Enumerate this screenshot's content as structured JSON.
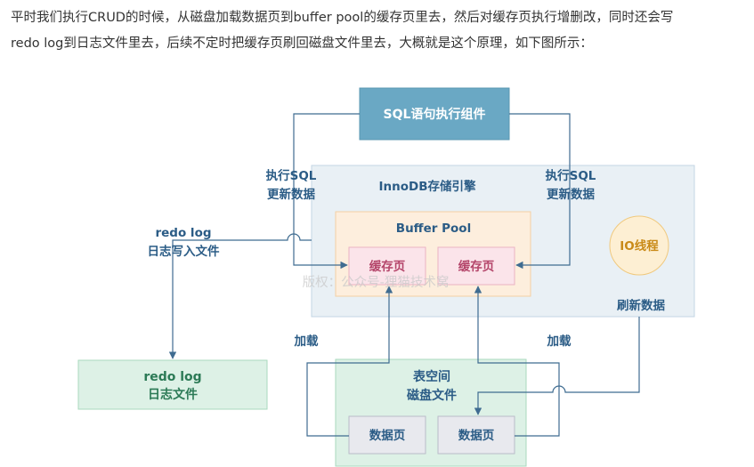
{
  "intro": {
    "line1": "平时我们执行CRUD的时候，从磁盘加载数据页到buffer pool的缓存页里去，然后对缓存页执行增删改，同时还会写",
    "line2": "redo log到日志文件里去，后续不定时把缓存页刷回磁盘文件里去，大概就是这个原理，如下图所示："
  },
  "diagram": {
    "sql_component": "SQL语句执行组件",
    "innodb": "InnoDB存储引擎",
    "buffer_pool": "Buffer Pool",
    "cache_page_1": "缓存页",
    "cache_page_2": "缓存页",
    "io_thread": "IO线程",
    "left_exec_line1": "执行SQL",
    "left_exec_line2": "更新数据",
    "right_exec_line1": "执行SQL",
    "right_exec_line2": "更新数据",
    "redo_write_line1": "redo log",
    "redo_write_line2": "日志写入文件",
    "redo_file_line1": "redo log",
    "redo_file_line2": "日志文件",
    "flush_data": "刷新数据",
    "load_left": "加载",
    "load_right": "加载",
    "tablespace_line1": "表空间",
    "tablespace_line2": "磁盘文件",
    "data_page_1": "数据页",
    "data_page_2": "数据页",
    "watermark": "版权：公众号-狸猫技术窝"
  },
  "colors": {
    "sql_box": "#6aa8c4",
    "innodb_bg": "#e9f0f5",
    "buffer_bg": "#fdeedd",
    "cache_bg": "#fbe4ea",
    "io_bg": "#fdefd3",
    "redo_bg": "#ddf1e6",
    "tablespace_bg": "#ddf1e6",
    "datapage_bg": "#e8e9ee",
    "line": "#3f6c91",
    "text_blue": "#2b5c86",
    "text_red": "#b4456a",
    "text_green": "#2c7a56",
    "text_orange": "#c98a17"
  }
}
